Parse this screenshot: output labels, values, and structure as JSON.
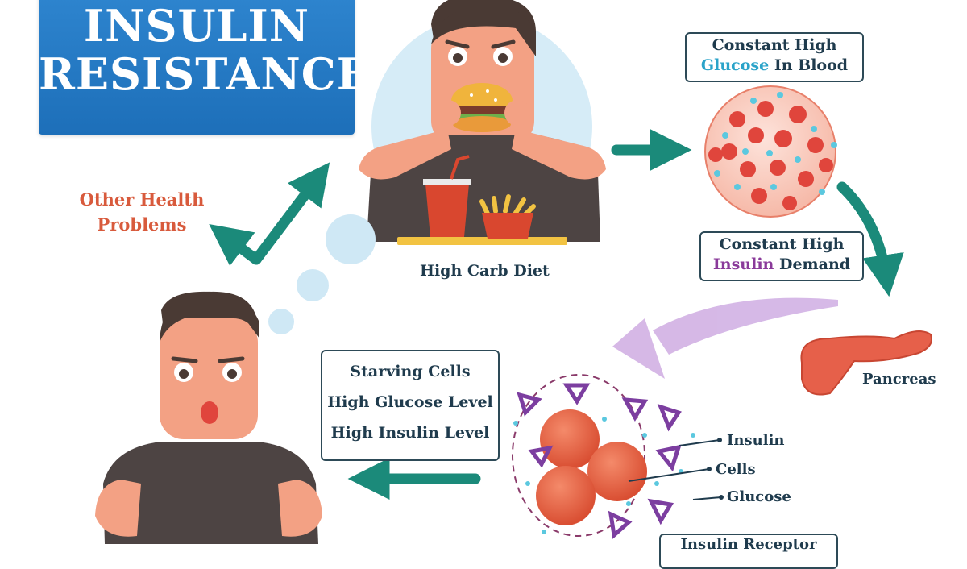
{
  "title": {
    "line1": "INSULIN",
    "line2": "RESISTANCE"
  },
  "steps": {
    "diet": "High Carb Diet",
    "glucose": {
      "line1": "Constant High",
      "line2_highlight": "Glucose",
      "line2_rest": " In Blood"
    },
    "insulin_demand": {
      "line1": "Constant High",
      "line2_highlight": "Insulin",
      "line2_rest": " Demand"
    },
    "pancreas": "Pancreas",
    "symptoms": [
      "Starving Cells",
      "High Glucose Level",
      "High Insulin Level"
    ],
    "other": {
      "line1": "Other Health",
      "line2": "Problems"
    }
  },
  "legend": {
    "insulin": "Insulin",
    "cells": "Cells",
    "glucose": "Glucose",
    "receptor_partial": "Insulin Receptor"
  },
  "colors": {
    "title_bg": "#1d6fb9",
    "arrow": "#1b8a7a",
    "highlight_blue": "#2aa3c9",
    "highlight_purple": "#8a3a9a",
    "other_health": "#d85a3c",
    "blood_cell": "#e0453c"
  }
}
